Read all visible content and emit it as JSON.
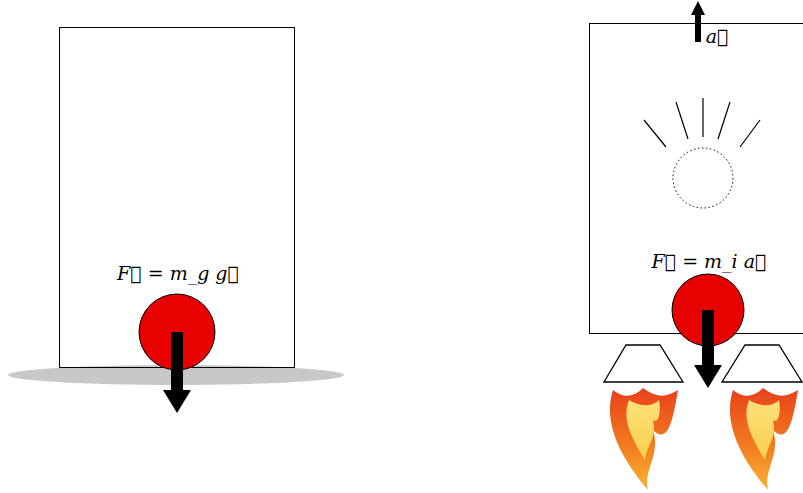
{
  "diagram": {
    "nodes": [
      {
        "text": [
          "F⃗ = m_g g⃗"
        ]
      },
      {
        "text": [
          "a⃗",
          "F⃗ = m_i a⃗"
        ]
      }
    ]
  }
}
